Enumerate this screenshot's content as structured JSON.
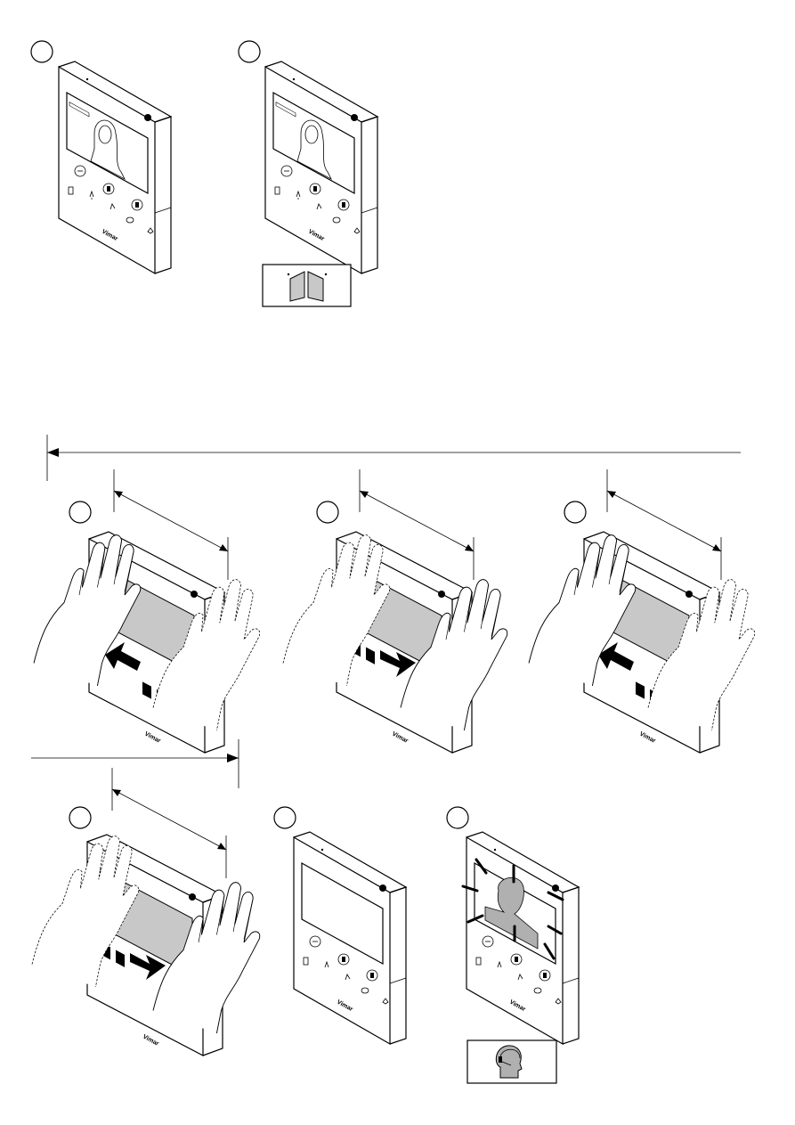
{
  "brand_label": "Vimar",
  "steps": [
    {
      "id": "step-1",
      "number": ""
    },
    {
      "id": "step-2",
      "number": ""
    },
    {
      "id": "step-3",
      "number": ""
    },
    {
      "id": "step-4",
      "number": ""
    },
    {
      "id": "step-5",
      "number": ""
    },
    {
      "id": "step-6",
      "number": ""
    },
    {
      "id": "step-7",
      "number": ""
    },
    {
      "id": "step-8",
      "number": ""
    }
  ],
  "icons": {
    "door_open": "door-open-icon",
    "operator": "operator-headset-icon",
    "swipe_left": "swipe-left-arrow-icon",
    "swipe_right": "swipe-right-arrow-icon"
  },
  "colors": {
    "screen_gray": "#c8c8c8",
    "line": "#000000",
    "silhouette": "#b0b0b0"
  }
}
